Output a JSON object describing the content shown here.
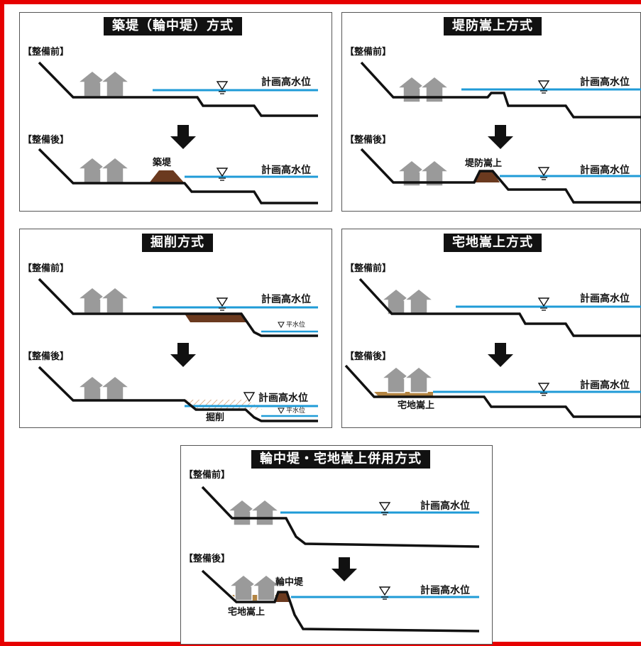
{
  "colors": {
    "frame": "#e60000",
    "water_line": "#1f9bd7",
    "levee": "#6b3a1f",
    "raised_land": "#b38442",
    "house": "#9a9a9a",
    "title_bg": "#111111"
  },
  "labels": {
    "before": "【整備前】",
    "after": "【整備後】",
    "plan_water_level": "計画高水位",
    "normal_water_level": "平水位"
  },
  "panels": {
    "p1": {
      "title": "築堤（輪中堤）方式",
      "annotation": "築堤"
    },
    "p2": {
      "title": "堤防嵩上方式",
      "annotation": "堤防嵩上"
    },
    "p3": {
      "title": "掘削方式",
      "annotation": "掘削"
    },
    "p4": {
      "title": "宅地嵩上方式",
      "annotation": "宅地嵩上"
    },
    "p5": {
      "title": "輪中堤・宅地嵩上併用方式",
      "annotation_levee": "輪中堤",
      "annotation_land": "宅地嵩上"
    }
  }
}
